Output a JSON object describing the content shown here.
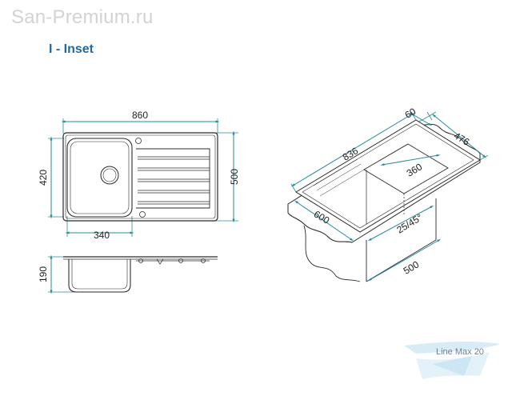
{
  "watermark": "San-Premium.ru",
  "section_title": "I - Inset",
  "top_view": {
    "width_label": "860",
    "depth_label": "500",
    "bowl_depth_label": "420",
    "bowl_width_label": "340"
  },
  "side_view": {
    "height_label": "190"
  },
  "iso_view": {
    "length_label": "836",
    "top_offset_label": "60",
    "depth_label": "476",
    "bowl_label": "360",
    "front_label": "600",
    "angle_label": "25/45°",
    "cabinet_label": "500"
  },
  "logo": {
    "text": "Line Max 20"
  },
  "colors": {
    "dimension_line": "#2a8a9a",
    "title": "#1f6aa5",
    "outline": "#2b2b2b"
  }
}
